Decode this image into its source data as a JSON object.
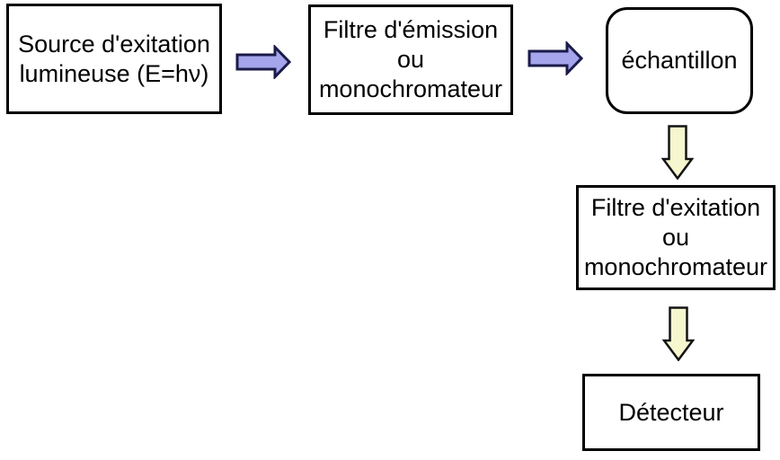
{
  "diagram": {
    "boxes": {
      "source": {
        "shape": "rect",
        "lines": [
          "Source d'exitation",
          "lumineuse (E=hν)"
        ]
      },
      "emission": {
        "shape": "rect",
        "lines": [
          "Filtre d'émission",
          "ou",
          "monochromateur"
        ]
      },
      "echantillon": {
        "shape": "rounded-rect",
        "lines": [
          "échantillon"
        ]
      },
      "exitation": {
        "shape": "rect",
        "lines": [
          "Filtre d'exitation",
          "ou",
          "monochromateur"
        ]
      },
      "detecteur": {
        "shape": "rect",
        "lines": [
          "Détecteur"
        ]
      }
    },
    "arrows": [
      {
        "name": "source-to-emission-filter",
        "direction": "right",
        "fill": "#a5a5eb"
      },
      {
        "name": "emission-filter-to-sample",
        "direction": "right",
        "fill": "#a5a5eb"
      },
      {
        "name": "sample-to-exitation-filter",
        "direction": "down",
        "fill": "#f6f6cf"
      },
      {
        "name": "exitation-filter-to-detector",
        "direction": "down",
        "fill": "#f6f6cf"
      }
    ],
    "colors": {
      "background": "#ffffff",
      "box_fill": "#ffffff",
      "box_border": "#000000",
      "text": "#000000",
      "blue_arrow_fill": "#a5a5eb",
      "blue_arrow_stroke": "#1b1b4a",
      "yellow_arrow_fill": "#f6f6cf",
      "yellow_arrow_stroke": "#141414"
    }
  }
}
